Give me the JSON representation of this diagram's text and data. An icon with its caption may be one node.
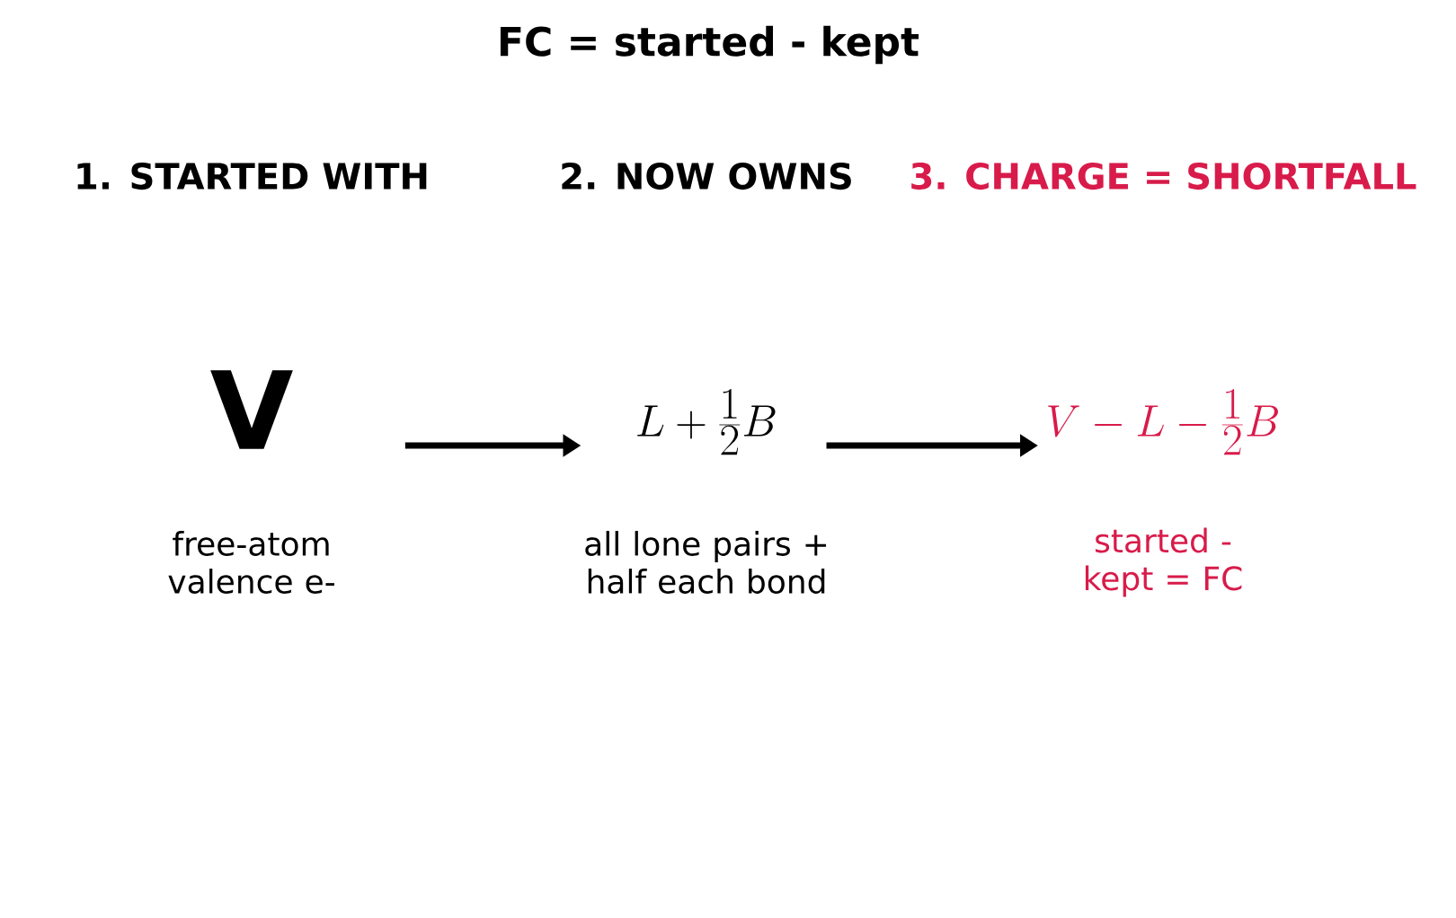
{
  "diagram": {
    "title": "FC = started - kept",
    "nodes": [
      {
        "text": [
          "V"
        ],
        "beside": [
          "free-atom valence e-"
        ]
      },
      {
        "text": [
          "L+\\frac{1}{2}B"
        ],
        "beside": [
          "all lone pairs + half each bond"
        ]
      },
      {
        "text": [
          "V-L-\\frac{1}{2}B"
        ],
        "beside": [
          "started - kept = FC"
        ]
      }
    ],
    "edges": [
      {
        "from": 0,
        "to": 1,
        "arrow": "to"
      },
      {
        "from": 1,
        "to": 2,
        "arrow": "to"
      }
    ],
    "labels": [
      "1. STARTED WITH",
      "2. NOW OWNS",
      "3. CHARGE = SHORTFALL"
    ]
  }
}
